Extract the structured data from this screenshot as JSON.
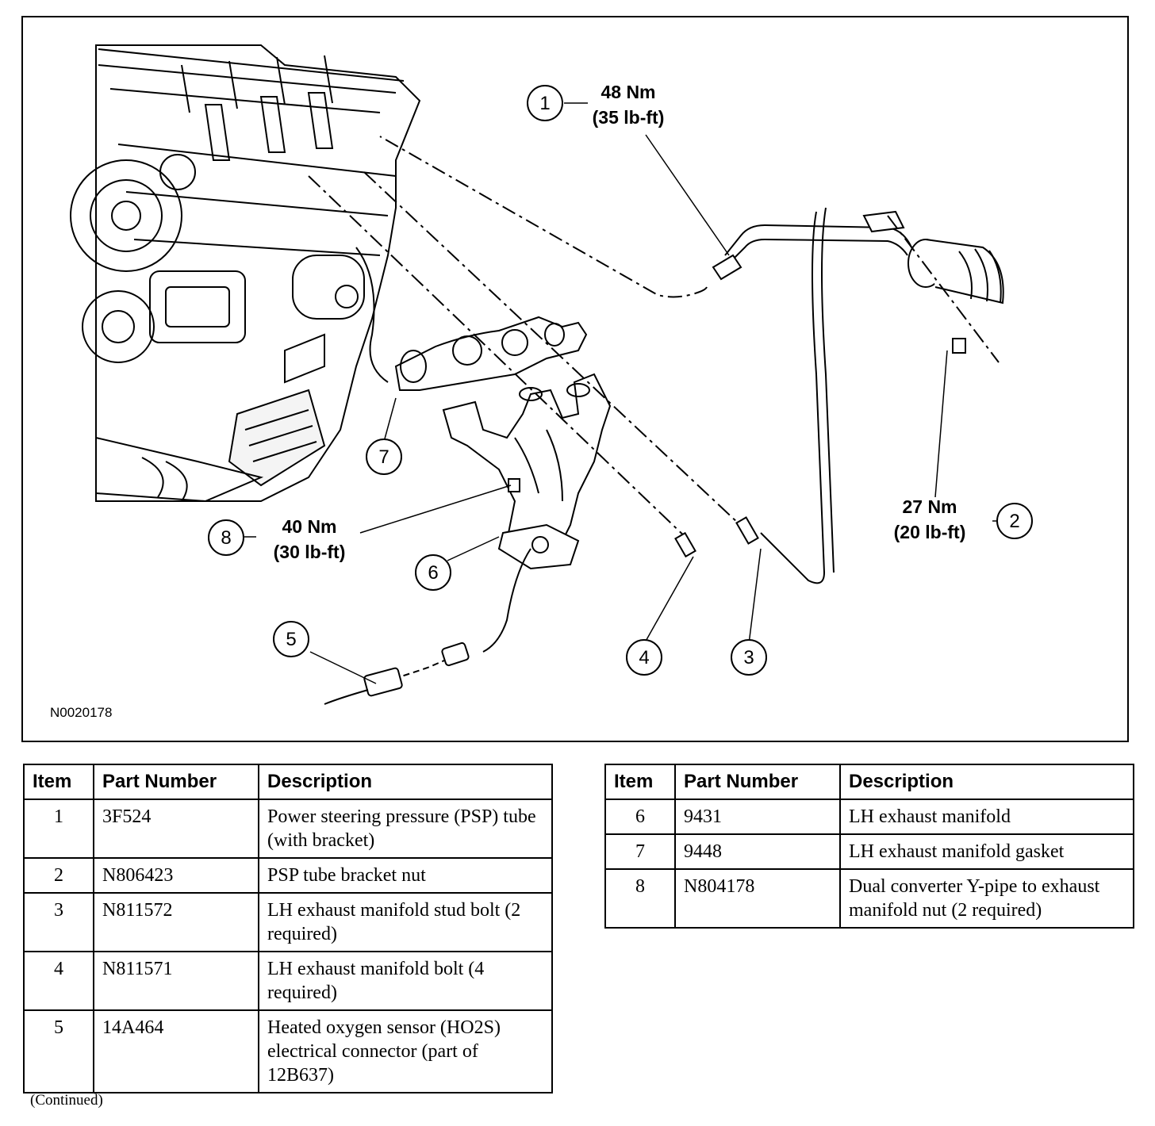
{
  "figure": {
    "code": "N0020178",
    "callouts": [
      {
        "item": "1",
        "torque_nm": "48 Nm",
        "torque_lbft": "(35 lb-ft)"
      },
      {
        "item": "2",
        "torque_nm": "27 Nm",
        "torque_lbft": "(20 lb-ft)"
      },
      {
        "item": "3"
      },
      {
        "item": "4"
      },
      {
        "item": "5"
      },
      {
        "item": "6"
      },
      {
        "item": "7"
      },
      {
        "item": "8",
        "torque_nm": "40 Nm",
        "torque_lbft": "(30 lb-ft)"
      }
    ]
  },
  "table": {
    "headers": {
      "item": "Item",
      "part_number": "Part Number",
      "description": "Description"
    },
    "left_rows": [
      {
        "item": "1",
        "part_number": "3F524",
        "description": "Power steering pressure (PSP) tube (with bracket)"
      },
      {
        "item": "2",
        "part_number": "N806423",
        "description": "PSP tube bracket nut"
      },
      {
        "item": "3",
        "part_number": "N811572",
        "description": "LH exhaust manifold stud bolt (2 required)"
      },
      {
        "item": "4",
        "part_number": "N811571",
        "description": "LH exhaust manifold bolt (4 required)"
      },
      {
        "item": "5",
        "part_number": "14A464",
        "description": "Heated oxygen sensor (HO2S) electrical connector (part of 12B637)"
      }
    ],
    "right_rows": [
      {
        "item": "6",
        "part_number": "9431",
        "description": "LH exhaust manifold"
      },
      {
        "item": "7",
        "part_number": "9448",
        "description": "LH exhaust manifold gasket"
      },
      {
        "item": "8",
        "part_number": "N804178",
        "description": "Dual converter Y-pipe to exhaust manifold nut (2 required)"
      }
    ]
  },
  "footer": {
    "continued": "(Continued)"
  }
}
